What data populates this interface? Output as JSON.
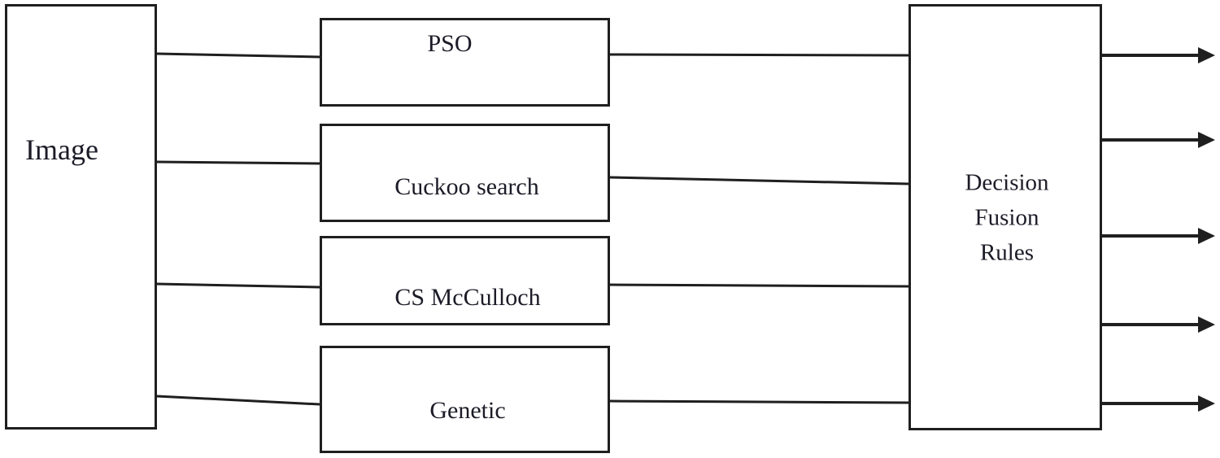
{
  "diagram": {
    "background_color": "#ffffff",
    "stroke_color": "#1f1f1f",
    "text_color": "#1c1c28",
    "nodes": {
      "image": {
        "label": "Image"
      },
      "pso": {
        "label": "PSO"
      },
      "cuckoo_search": {
        "label": "Cuckoo search"
      },
      "cs_mcculloch": {
        "label": "CS McCulloch"
      },
      "genetic": {
        "label": "Genetic"
      },
      "decision_fusion": {
        "lines": [
          "Decision",
          "Fusion",
          "Rules"
        ]
      }
    },
    "edges": [
      {
        "from": "image",
        "to": "pso"
      },
      {
        "from": "image",
        "to": "cuckoo_search"
      },
      {
        "from": "image",
        "to": "cs_mcculloch"
      },
      {
        "from": "image",
        "to": "genetic"
      },
      {
        "from": "pso",
        "to": "decision_fusion"
      },
      {
        "from": "cuckoo_search",
        "to": "decision_fusion"
      },
      {
        "from": "cs_mcculloch",
        "to": "decision_fusion"
      },
      {
        "from": "genetic",
        "to": "decision_fusion"
      }
    ],
    "output_arrow_count": 5
  }
}
